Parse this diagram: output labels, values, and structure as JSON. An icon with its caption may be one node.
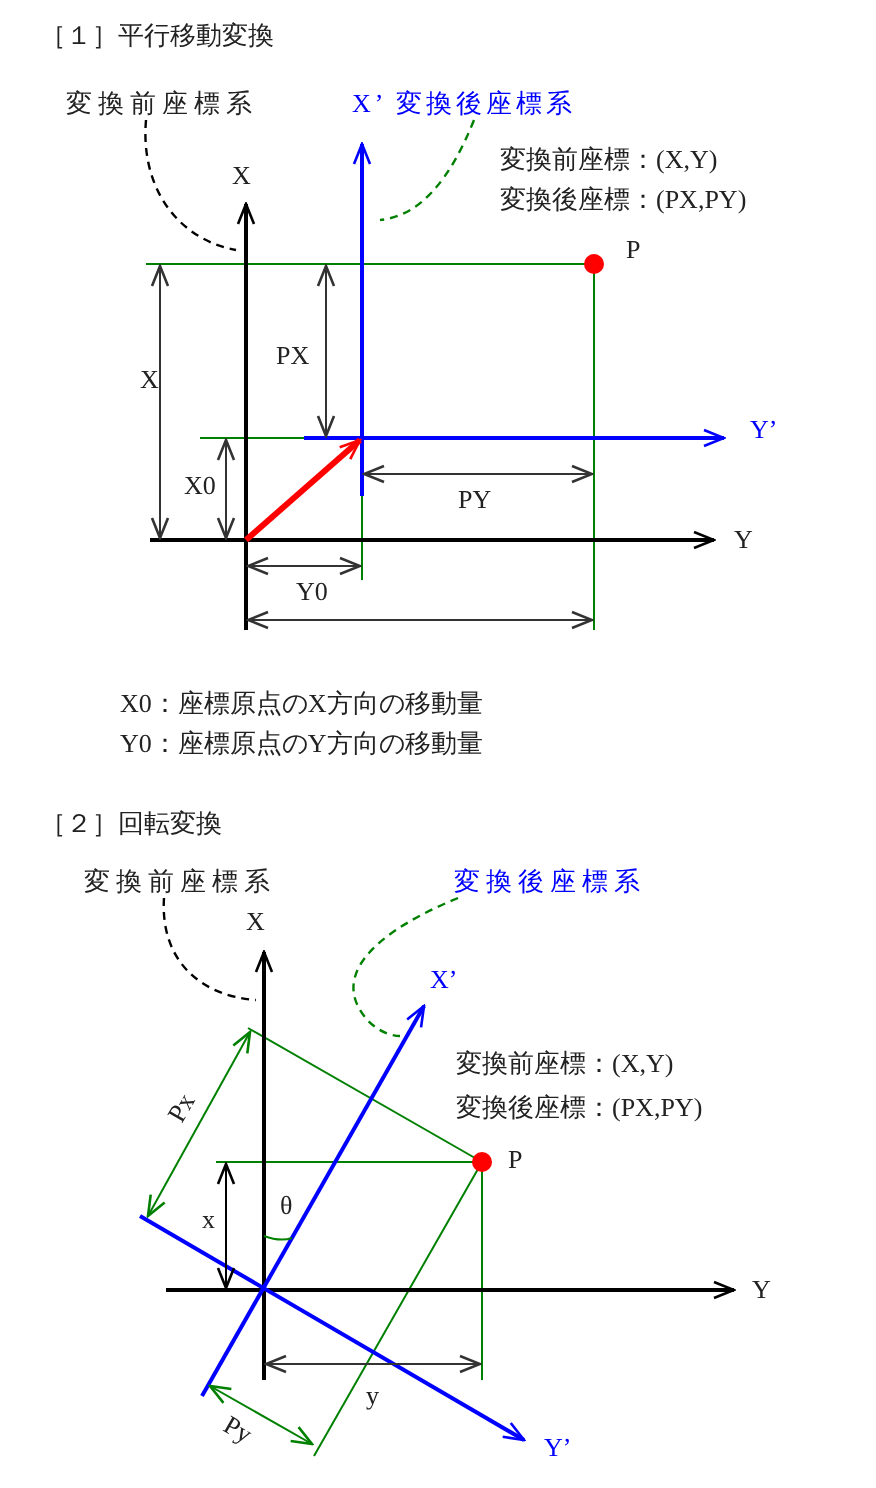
{
  "diagram": {
    "nodes": [
      {
        "text": [
          "変換前座標系"
        ]
      },
      {
        "text": [
          "X’ 変換後座標系"
        ]
      },
      {
        "text": [
          "変換前座標系"
        ]
      },
      {
        "text": [
          "変換後座標系"
        ]
      }
    ],
    "edges": [
      {
        "from": 0,
        "to": null,
        "arrow": "none",
        "style": "dashed"
      },
      {
        "from": 1,
        "to": null,
        "arrow": "none",
        "style": "dashed",
        "color": "#008000"
      },
      {
        "from": 2,
        "to": null,
        "arrow": "none",
        "style": "dashed"
      },
      {
        "from": 3,
        "to": null,
        "arrow": "none",
        "style": "dashed",
        "color": "#008000"
      }
    ],
    "labels": [
      "［１］平行移動変換",
      "X",
      "変換前座標：(X,Y)",
      "変換後座標：(PX,PY)",
      "P",
      "X",
      "PX",
      "Y’",
      "X0",
      "PY",
      "Y",
      "Y0",
      "X0：座標原点のX方向の移動量",
      "Y0：座標原点のY方向の移動量",
      "［２］回転変換",
      "X",
      "X’",
      "変換前座標：(X,Y)",
      "変換後座標：(PX,PY)",
      "Px",
      "P",
      "θ",
      "x",
      "Y",
      "y",
      "Py",
      "Y’"
    ]
  }
}
